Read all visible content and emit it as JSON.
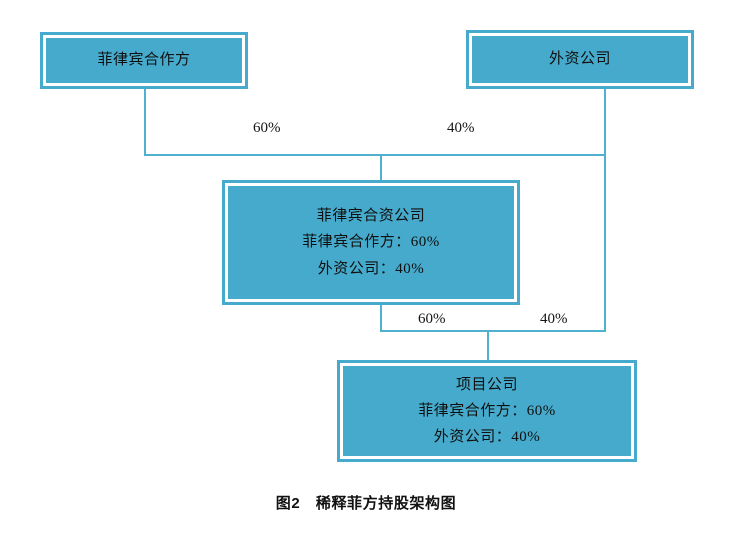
{
  "figure": {
    "caption": "图2　稀释菲方持股架构图",
    "colors": {
      "node_fill": "#45AACB",
      "node_inner_border": "#ffffff",
      "connector": "#4FB0D0",
      "text": "#101010",
      "background": "#ffffff"
    }
  },
  "nodes": {
    "partner": {
      "name": "菲律宾合作方",
      "lines": [
        "菲律宾合作方"
      ]
    },
    "foreign": {
      "name": "外资公司",
      "lines": [
        "外资公司"
      ]
    },
    "jv": {
      "name": "菲律宾合资公司",
      "lines": [
        "菲律宾合资公司",
        "菲律宾合作方：60%",
        "外资公司：40%"
      ]
    },
    "project": {
      "name": "项目公司",
      "lines": [
        "项目公司",
        "菲律宾合作方：60%",
        "外资公司：40%"
      ]
    }
  },
  "edges": [
    {
      "id": "partner-to-jv",
      "from": "菲律宾合作方",
      "to": "菲律宾合资公司",
      "label": "60%"
    },
    {
      "id": "foreign-to-jv",
      "from": "外资公司",
      "to": "菲律宾合资公司",
      "label": "40%"
    },
    {
      "id": "jv-to-project",
      "from": "菲律宾合资公司",
      "to": "项目公司",
      "label": "60%"
    },
    {
      "id": "foreign-to-project",
      "from": "外资公司",
      "to": "项目公司",
      "label": "40%"
    }
  ]
}
